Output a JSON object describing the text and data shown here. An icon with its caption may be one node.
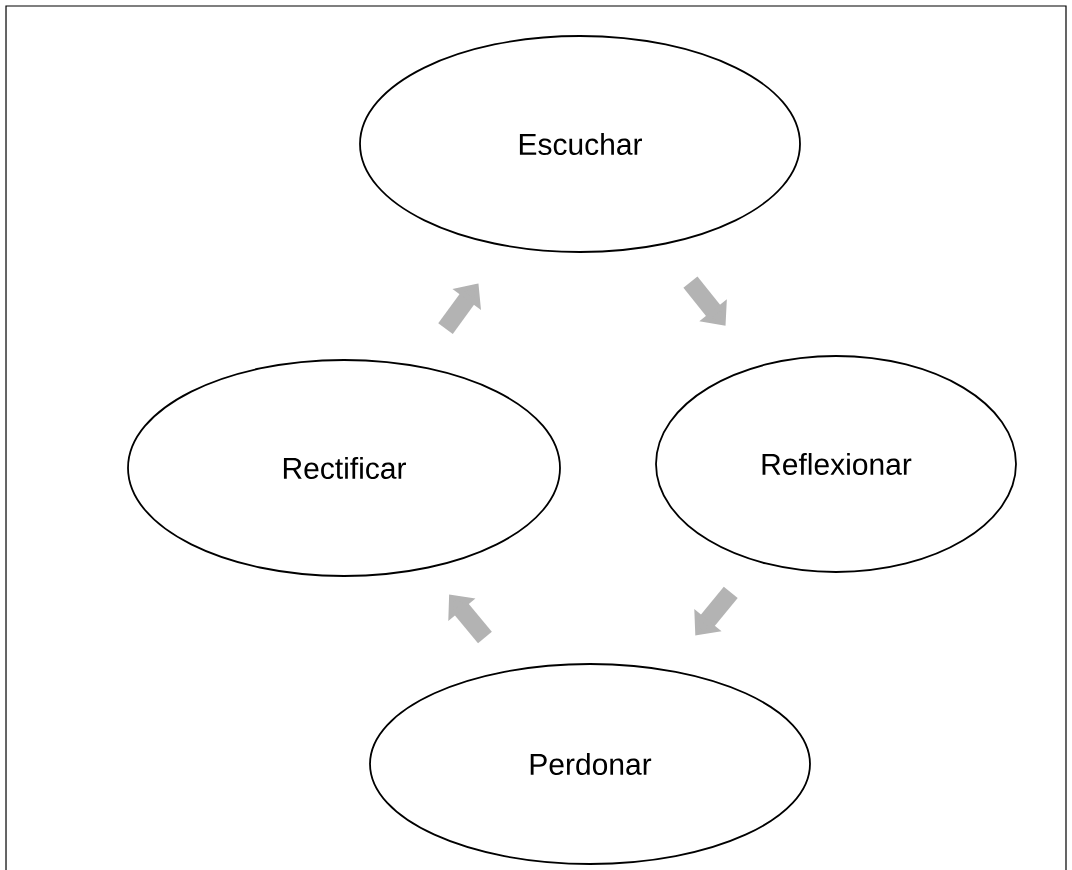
{
  "diagram": {
    "nodes": [
      {
        "text": [
          "Escuchar"
        ]
      },
      {
        "text": [
          "Rectificar"
        ]
      },
      {
        "text": [
          "Reflexionar"
        ]
      },
      {
        "text": [
          "Perdonar"
        ]
      }
    ],
    "edges": [
      {
        "from": 0,
        "to": 2,
        "arrow": "to"
      },
      {
        "from": 2,
        "to": 3,
        "arrow": "to"
      },
      {
        "from": 3,
        "to": 1,
        "arrow": "to"
      },
      {
        "from": 1,
        "to": 0,
        "arrow": "to"
      }
    ]
  }
}
